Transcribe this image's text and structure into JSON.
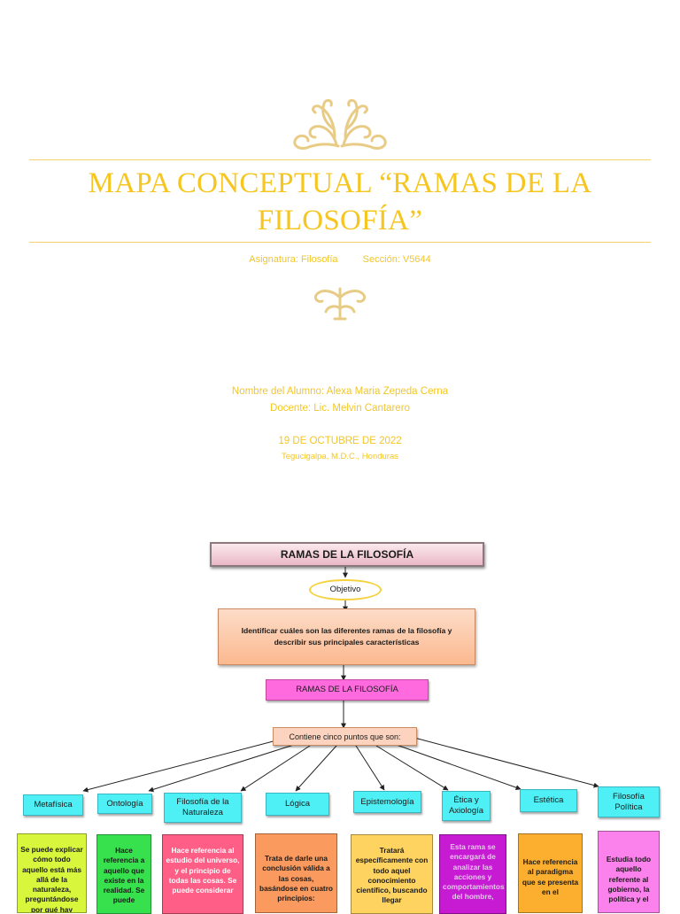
{
  "cover": {
    "title_line1": "MAPA CONCEPTUAL “RAMAS DE LA",
    "title_line2": "FILOSOFÍA”",
    "subject_label": "Asignatura: Filosofía",
    "section_label": "Sección: V5644",
    "student": "Nombre del Alumno: Alexa Maria Zepeda Cerna",
    "teacher": "Docente: Lic. Melvin Cantarero",
    "date": "19 DE OCTUBRE DE 2022",
    "place": "Tegucigalpa, M.D.C., Honduras"
  },
  "colors": {
    "accent": "#f6c61e",
    "rule": "#f5d36a",
    "ornament": "#e8cc86"
  },
  "map": {
    "header": "RAMAS DE LA FILOSOFÍA",
    "objective_label": "Objetivo",
    "objective_text": "Identificar cuáles son las diferentes ramas de la filosofía y describir sus principales características",
    "branches_title": "RAMAS DE LA FILOSOFÍA",
    "connector": "Contiene cinco puntos que son:",
    "branches": [
      {
        "name": "Metafísica",
        "desc": "Se puede explicar cómo todo aquello está más allá de la naturaleza, preguntándose por qué hay",
        "color": "#d7f63c"
      },
      {
        "name": "Ontología",
        "desc": "Hace referencia a aquello que existe en la realidad. Se puede",
        "color": "#36e14d"
      },
      {
        "name": "Filosofía de la Naturaleza",
        "desc": "Hace referencia al estudio del universo, y el principio de todas las cosas. Se puede considerar",
        "color": "#ff5f86"
      },
      {
        "name": "Lógica",
        "desc": "Trata de darle una conclusión válida a las cosas, basándose en cuatro principios:",
        "color": "#fb9a5e"
      },
      {
        "name": "Epistemología",
        "desc": "Tratará específicamente con todo aquel conocimiento científico, buscando llegar",
        "color": "#fed35f"
      },
      {
        "name": "Ética y Axiología",
        "desc": "Esta rama se encargará de analizar las acciones y comportamientos del hombre,",
        "color": "#c61bd3"
      },
      {
        "name": "Estética",
        "desc": "Hace referencia al paradigma que se presenta en el",
        "color": "#fcaf2f"
      },
      {
        "name": "Filosofía Política",
        "desc": "Estudia todo aquello referente al gobierno, la política y el",
        "color": "#fb82ec"
      }
    ]
  }
}
